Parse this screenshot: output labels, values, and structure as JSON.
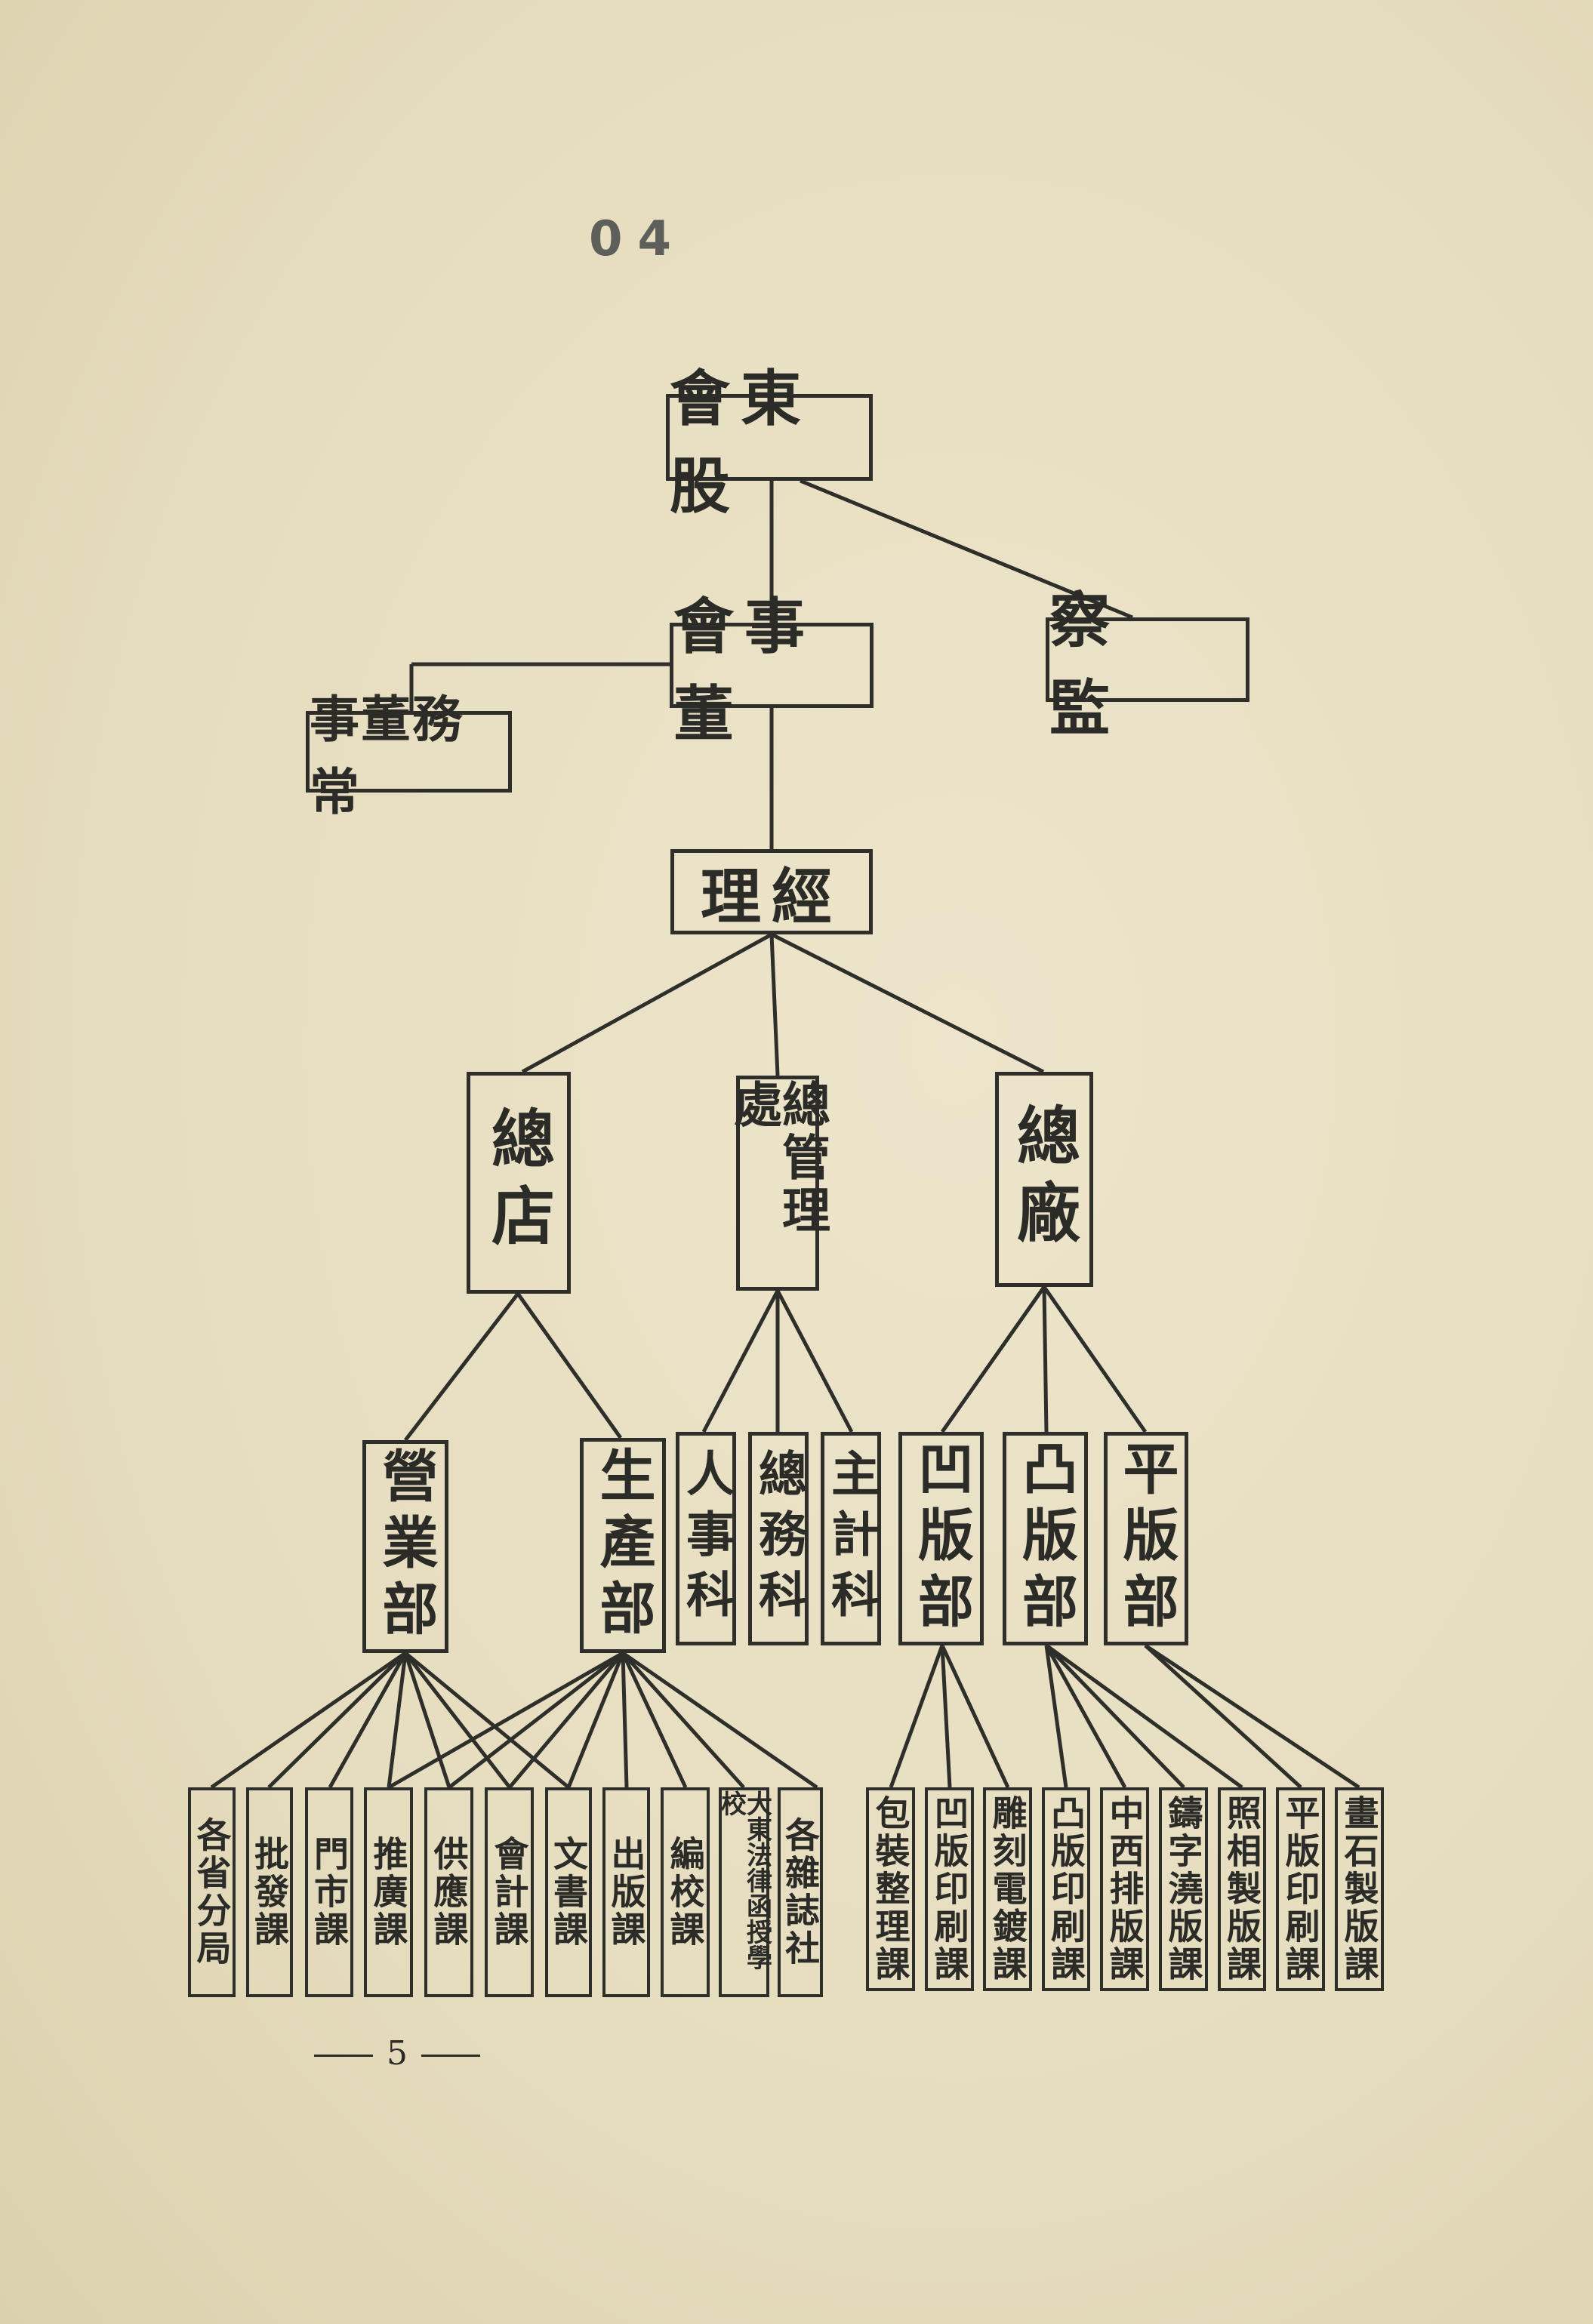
{
  "stamp_number": "04",
  "chart": {
    "top": "會東股",
    "board": "會事董",
    "supervisor": "察　監",
    "standing": "事董務常",
    "manager": "理經",
    "head_store": "總店",
    "head_admin": "總管理處",
    "head_factory": "總廠",
    "dept_sales": "營業部",
    "dept_production": "生產部",
    "sec_personnel": "人事科",
    "sec_general": "總務科",
    "sec_accounting": "主計科",
    "dept_intaglio": "凹版部",
    "dept_relief": "凸版部",
    "dept_litho": "平版部",
    "leaves": [
      "各省分局",
      "批發課",
      "門市課",
      "推廣課",
      "供應課",
      "會計課",
      "文書課",
      "出版課",
      "編校課",
      "大東法律函授學校",
      "各雜誌社",
      "包裝整理課",
      "凹版印刷課",
      "雕刻電鍍課",
      "凸版印刷課",
      "中西排版課",
      "鑄字澆版課",
      "照相製版課",
      "平版印刷課",
      "畫石製版課"
    ]
  },
  "page_number": "5"
}
